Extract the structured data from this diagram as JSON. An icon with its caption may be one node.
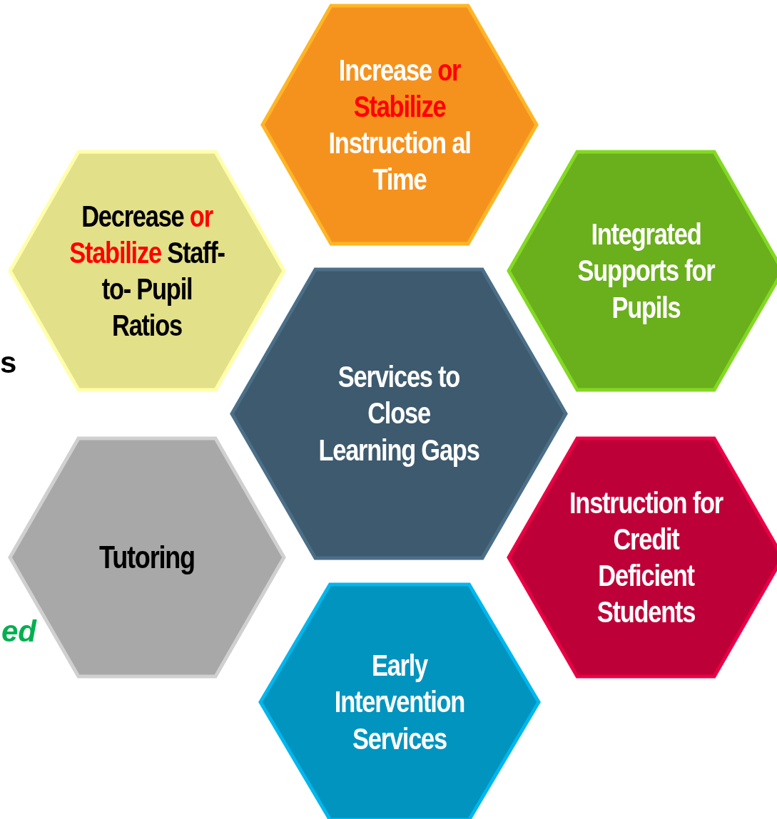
{
  "diagram": {
    "nodes": [
      {
        "text": [
          "Services to Close Learning Gaps"
        ]
      },
      {
        "text": [
          "Increase",
          "or Stabilize",
          "Instruction al Time"
        ]
      },
      {
        "text": [
          "Decrease",
          "or Stabilize",
          "Staff-to- Pupil Ratios"
        ]
      },
      {
        "text": [
          "Integrated Supports for Pupils"
        ]
      },
      {
        "text": [
          "Tutoring"
        ]
      },
      {
        "text": [
          "Instruction for Credit Deficient Students"
        ]
      },
      {
        "text": [
          "Early Intervention Services"
        ]
      }
    ],
    "labels": [
      "s",
      "ed"
    ]
  }
}
